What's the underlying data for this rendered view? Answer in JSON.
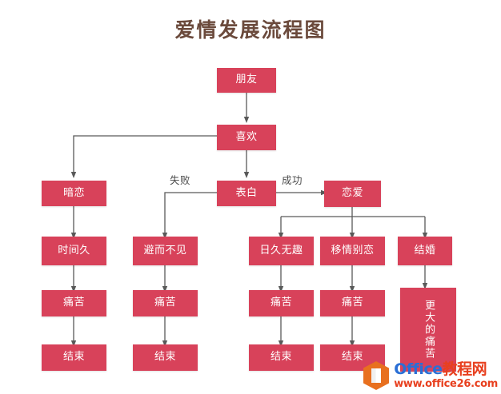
{
  "title": "爱情发展流程图",
  "title_color": "#6b4a3c",
  "background_color": "#ffffff",
  "node_color": "#d8425a",
  "node_text_color": "#ffffff",
  "connector_color": "#595959",
  "nodes": {
    "friend": "朋友",
    "like": "喜欢",
    "secret_crush": "暗恋",
    "confess": "表白",
    "dating": "恋爱",
    "long_time": "时间久",
    "avoid": "避而不见",
    "boring": "日久无趣",
    "cheating": "移情别恋",
    "marriage": "结婚",
    "pain_1": "痛苦",
    "pain_2": "痛苦",
    "pain_3": "痛苦",
    "pain_4": "痛苦",
    "greater_pain": "更大的痛苦",
    "end_1": "结束",
    "end_2": "结束",
    "end_3": "结束",
    "end_4": "结束"
  },
  "edge_labels": {
    "fail": "失败",
    "success": "成功"
  },
  "watermark": {
    "brand_en": "Office",
    "brand_cn": "教程网",
    "url": "www.office26.com",
    "logo_color": "#e8701f",
    "brand_color": "#2a6fd6",
    "url_color": "#e8401f"
  }
}
